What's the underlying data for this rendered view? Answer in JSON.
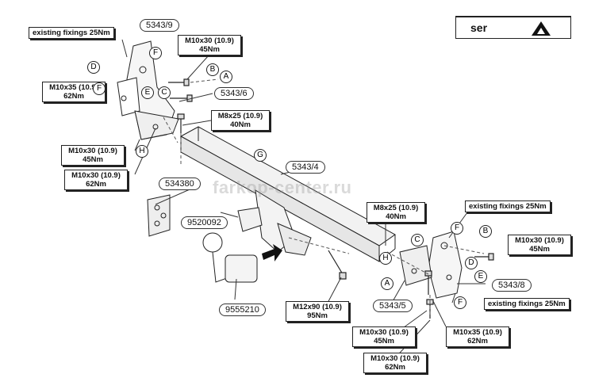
{
  "brand": {
    "text": "ser"
  },
  "watermark": "farkop-center.ru",
  "parts": {
    "bracket_left": "5343/9",
    "plate_left": "5343/6",
    "crossbar": "5343/4",
    "electrics": "534380",
    "socket_plate": "9520092",
    "ball": "9555210",
    "plate_right": "5343/5",
    "bracket_right": "5343/8"
  },
  "letters": [
    "A",
    "B",
    "C",
    "D",
    "E",
    "F",
    "G",
    "H"
  ],
  "labels": {
    "existing_fixings": "existing fixings 25Nm",
    "m10x30_45_bolt": "M10x30 (10.9)",
    "m10x30_45_torque": "45Nm",
    "m10x35_bolt": "M10x35 (10.9)",
    "m10x35_torque": "62Nm",
    "m8x25_bolt": "M8x25 (10.9)",
    "m8x25_torque": "40Nm",
    "m10x30_62_bolt": "M10x30 (10.9)",
    "m10x30_62_torque": "62Nm",
    "m12x90_bolt": "M12x90 (10.9)",
    "m12x90_torque": "95Nm"
  }
}
